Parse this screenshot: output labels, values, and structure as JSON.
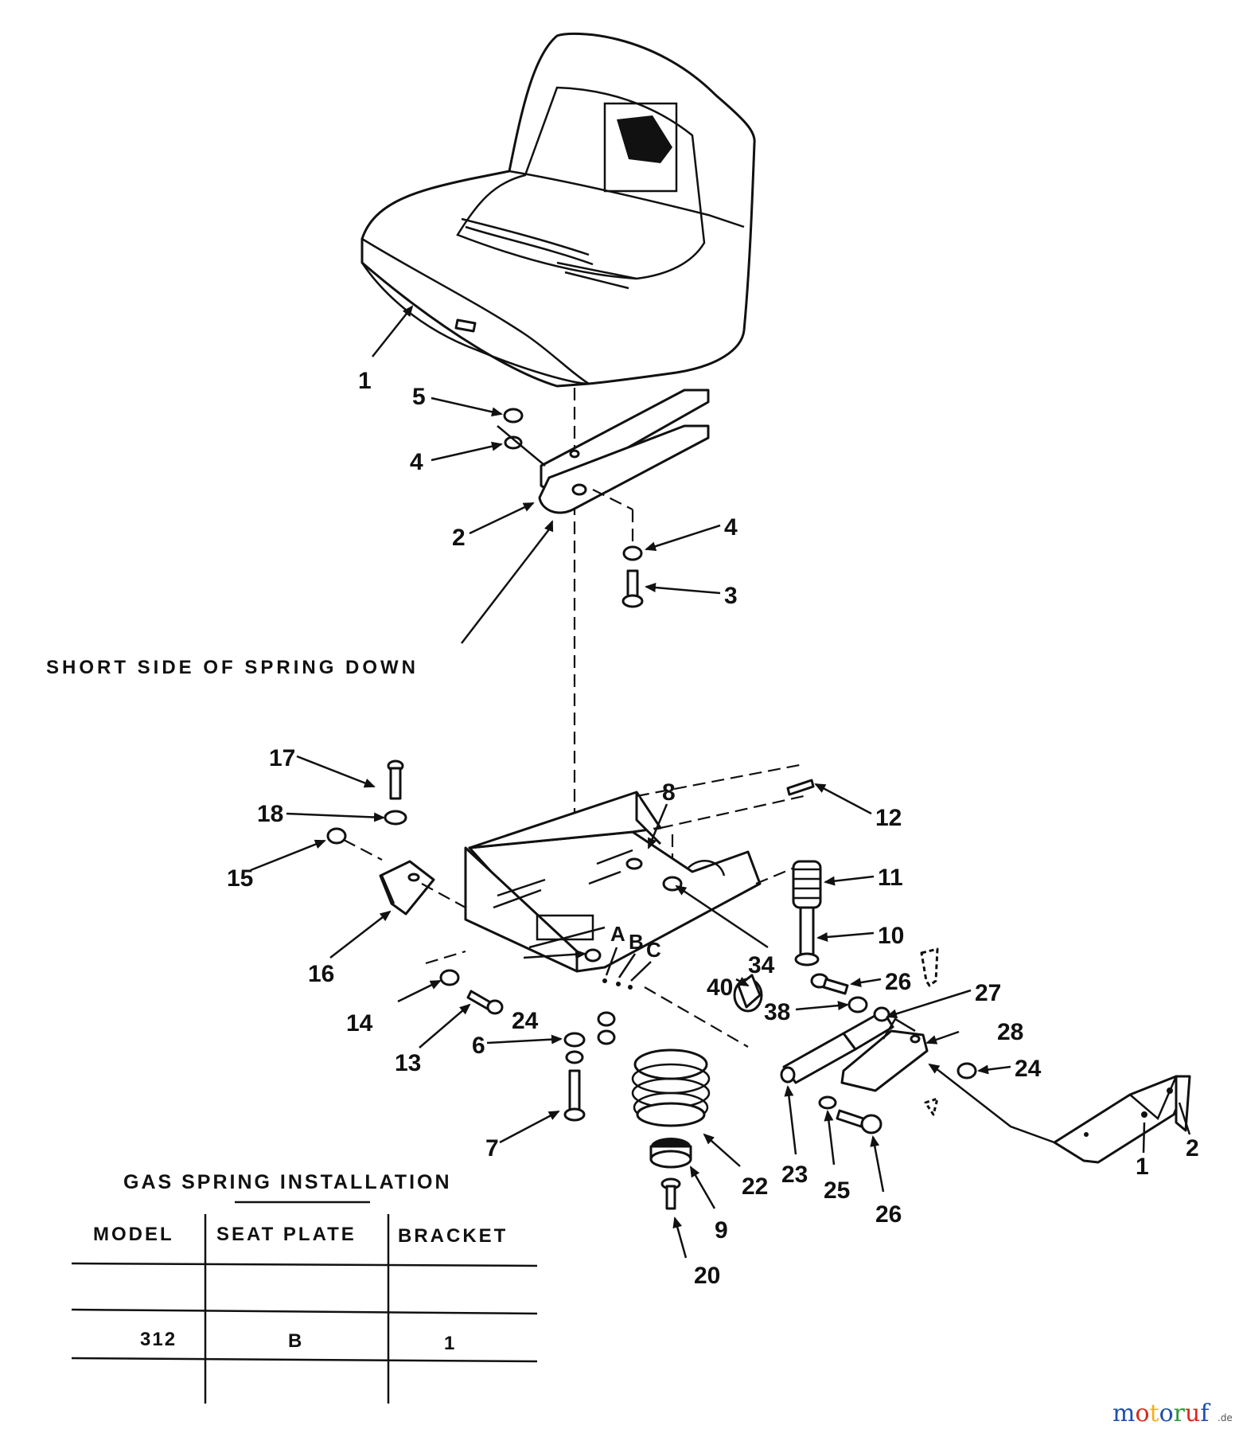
{
  "note": "SHORT SIDE OF SPRING DOWN",
  "table": {
    "title": "GAS SPRING INSTALLATION",
    "headers": [
      "MODEL",
      "SEAT PLATE",
      "BRACKET"
    ],
    "rows": [
      [
        "",
        "",
        ""
      ],
      [
        "312",
        "B",
        "1"
      ],
      [
        "",
        "",
        ""
      ]
    ]
  },
  "plate_hole_labels": [
    "A",
    "B",
    "C"
  ],
  "bracket_hole_labels": [
    "1",
    "2"
  ],
  "callouts": [
    "1",
    "5",
    "4",
    "2",
    "4",
    "3",
    "17",
    "18",
    "15",
    "16",
    "8",
    "12",
    "11",
    "10",
    "34",
    "26",
    "27",
    "38",
    "28",
    "24",
    "40",
    "14",
    "13",
    "24",
    "6",
    "7",
    "22",
    "23",
    "25",
    "26",
    "9",
    "20"
  ],
  "watermark": {
    "text": "motoruf",
    "suffix": ".de",
    "colors": [
      "#1f4fa8",
      "#d62a1e",
      "#f2b01e",
      "#1f4fa8",
      "#2e9a3c",
      "#d62a1e",
      "#1f4fa8"
    ]
  }
}
